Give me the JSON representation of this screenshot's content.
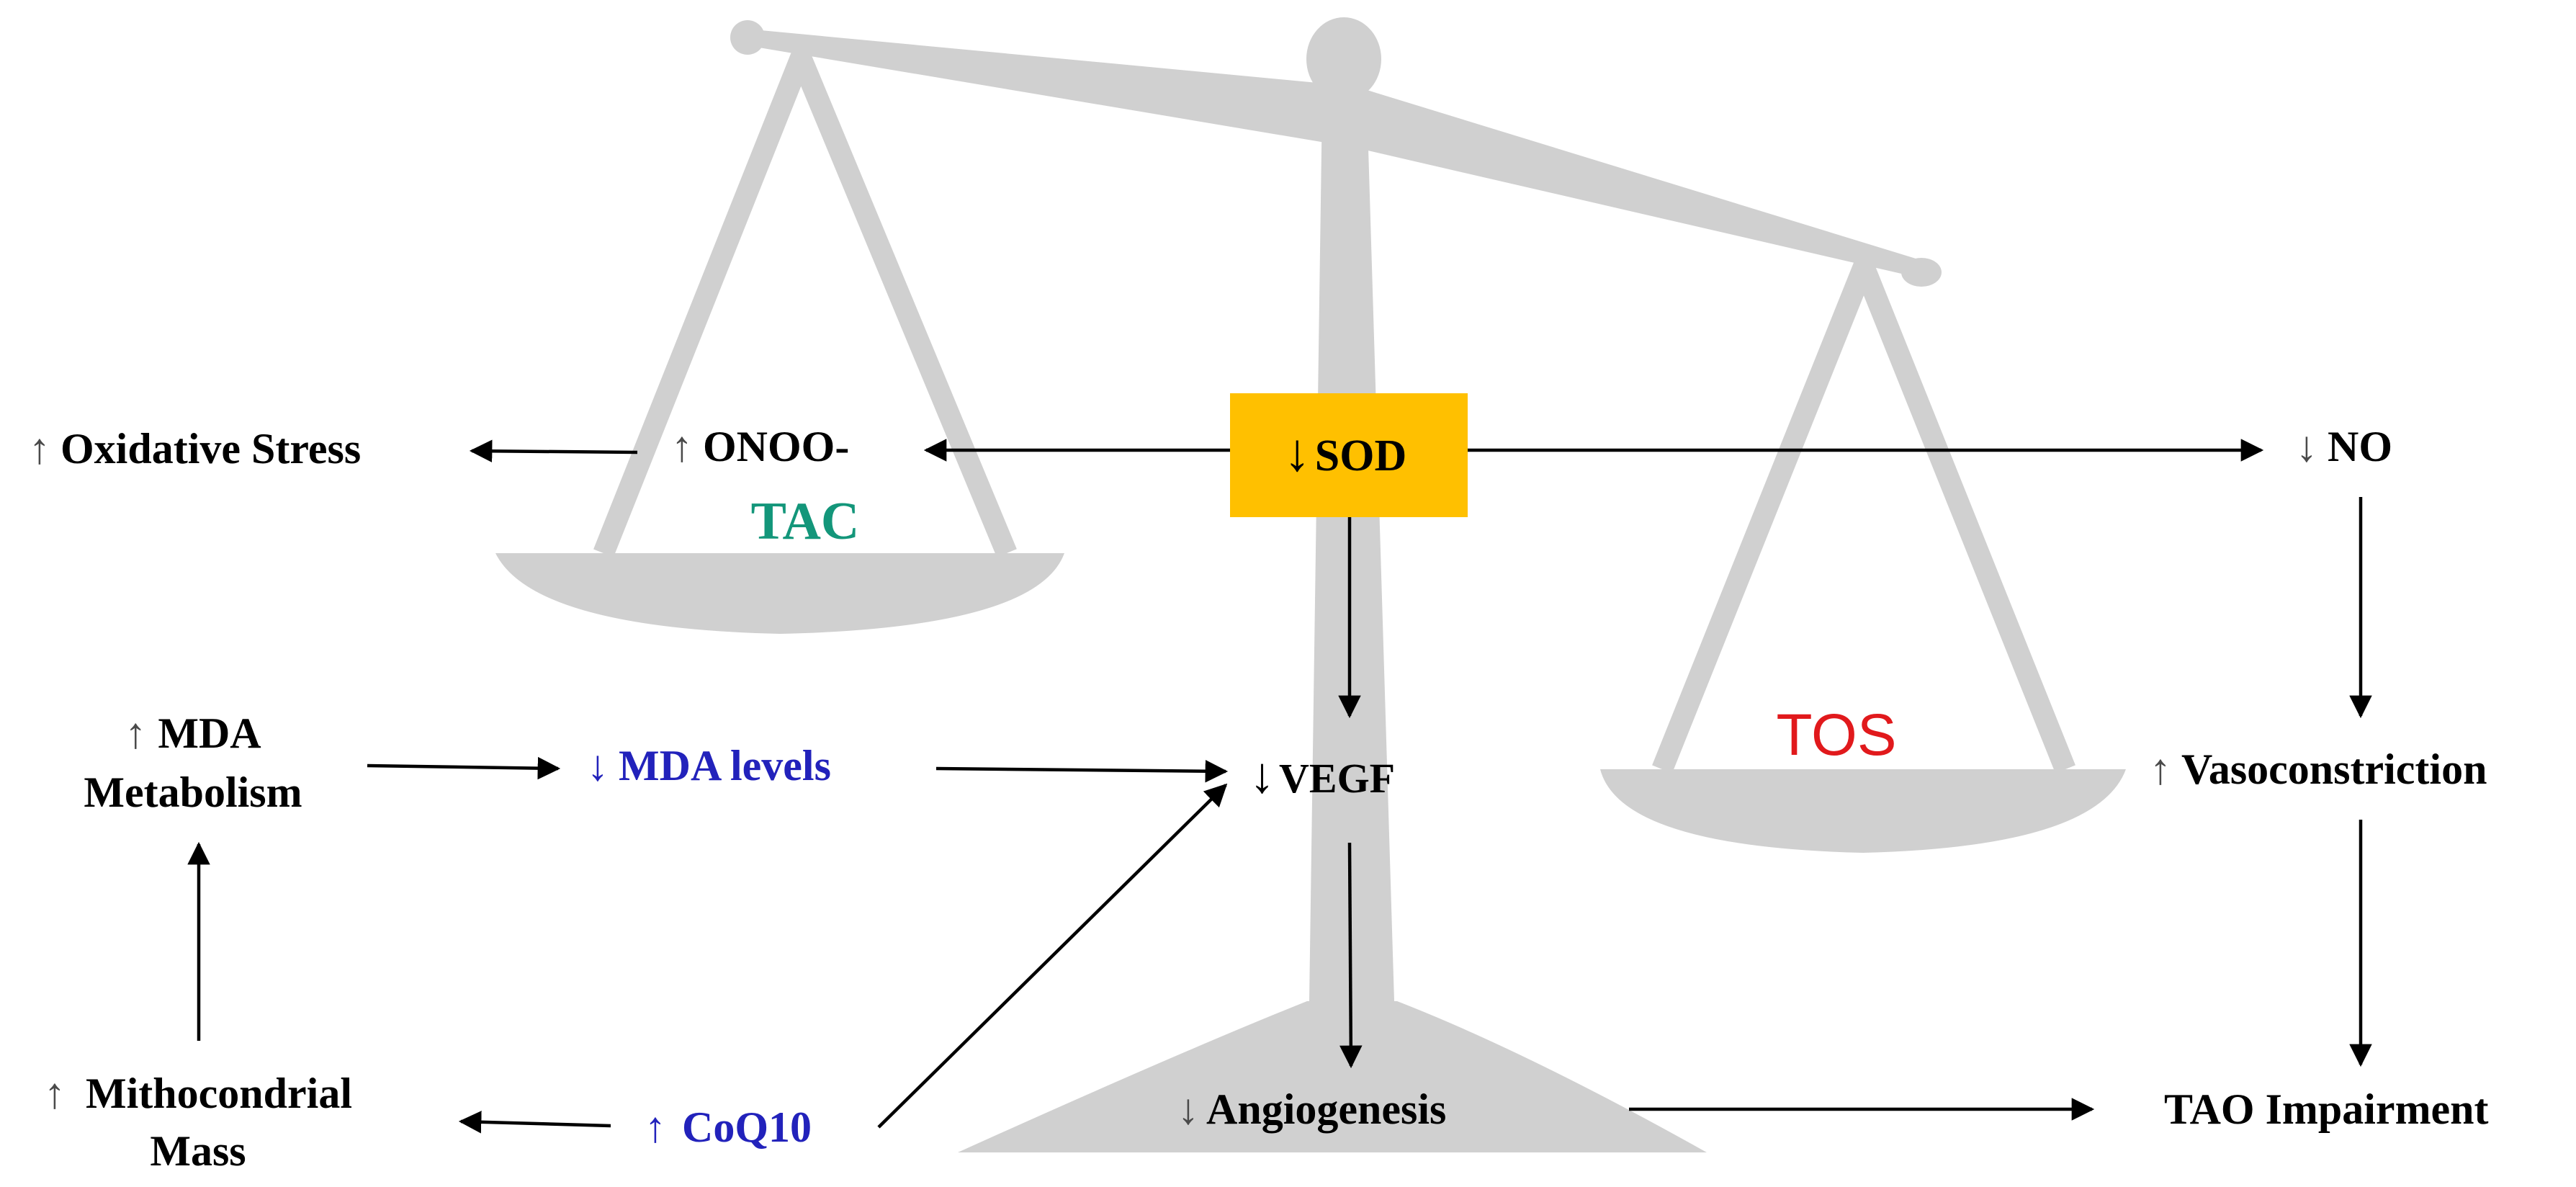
{
  "colors": {
    "scale": "#d0d0d0",
    "sod_box": "#ffc000",
    "default_text": "#000000",
    "blue_text": "#2222bb",
    "green_text": "#13967a",
    "red_text": "#e1191c",
    "arrow_neutral": "#4a4a4a"
  },
  "center": {
    "sod": {
      "arrow": "↓",
      "label": "SOD"
    }
  },
  "nodes": {
    "oxidative_stress": {
      "arrow": "↑",
      "label": "Oxidative Stress"
    },
    "onoo": {
      "arrow": "↑",
      "label": "ONOO-"
    },
    "tac": {
      "label": "TAC"
    },
    "no": {
      "arrow": "↓",
      "label": "NO"
    },
    "mda_metabolism": {
      "arrow": "↑",
      "line1": "MDA",
      "line2": "Metabolism"
    },
    "mda_levels": {
      "arrow": "↓",
      "label": "MDA levels"
    },
    "vegf": {
      "arrow": "↓",
      "label": "VEGF"
    },
    "tos": {
      "label": "TOS"
    },
    "vasoconstriction": {
      "arrow": "↑",
      "label": "Vasoconstriction"
    },
    "mitochondrial_mass": {
      "arrow": "↑",
      "line1": "Mithocondrial",
      "line2": "Mass"
    },
    "coq10": {
      "arrow": "↑",
      "label": "CoQ10"
    },
    "angiogenesis": {
      "arrow": "↓",
      "label": "Angiogenesis"
    },
    "tao_impairment": {
      "label": "TAO Impairment"
    }
  }
}
